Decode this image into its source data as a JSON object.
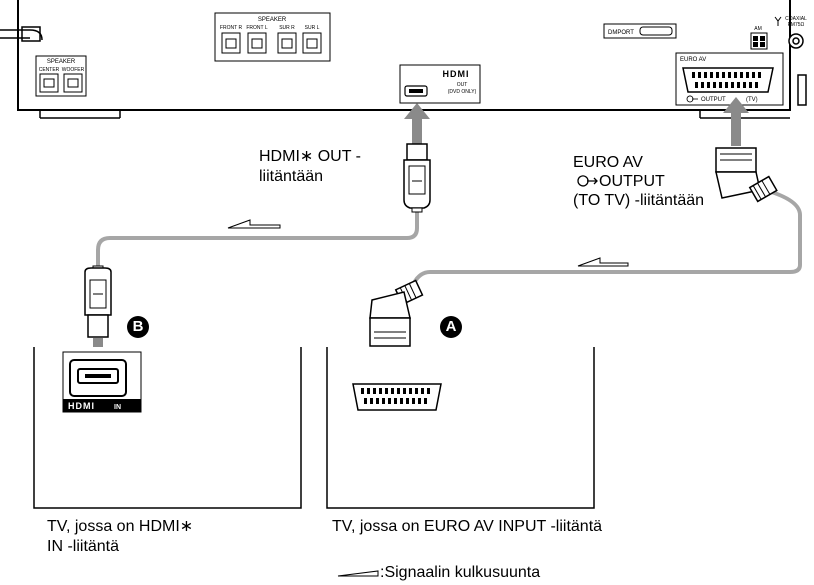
{
  "receiver": {
    "speaker_top": {
      "title": "SPEAKER",
      "ports": [
        "FRONT R",
        "FRONT L",
        "SUR R",
        "SUR L"
      ]
    },
    "speaker_left": {
      "title": "SPEAKER",
      "ports": [
        "CENTER",
        "WOOFER"
      ]
    },
    "hdmi_port": {
      "logo": "HDMI",
      "line1": "OUT",
      "line2": "(DVD ONLY)"
    },
    "dmport_label": "DMPORT",
    "euro_av": {
      "title": "EURO AV",
      "output": "OUTPUT",
      "suffix": "(TV)"
    },
    "antenna": {
      "am": "AM",
      "coaxial_line1": "COAXIAL",
      "coaxial_line2": "FM75Ω"
    }
  },
  "labels": {
    "hdmi_out_line1": "HDMI∗ OUT -",
    "hdmi_out_line2": "liitäntään",
    "euro_line1": "EURO AV",
    "euro_line2": "OUTPUT",
    "euro_line3": "(TO TV) -liitäntään",
    "tv_b_line1": "TV, jossa on HDMI∗",
    "tv_b_line2": "IN -liitäntä",
    "tv_a_line1": "TV, jossa on EURO AV INPUT -liitäntä",
    "legend": ":Signaalin kulkusuunta"
  },
  "badges": {
    "a": "A",
    "b": "B"
  },
  "tv_b_port": {
    "logo": "HDMI",
    "suffix": "IN"
  },
  "colors": {
    "cable": "#a6a6a6",
    "arrow": "#8a8a8a",
    "line": "#000000"
  }
}
